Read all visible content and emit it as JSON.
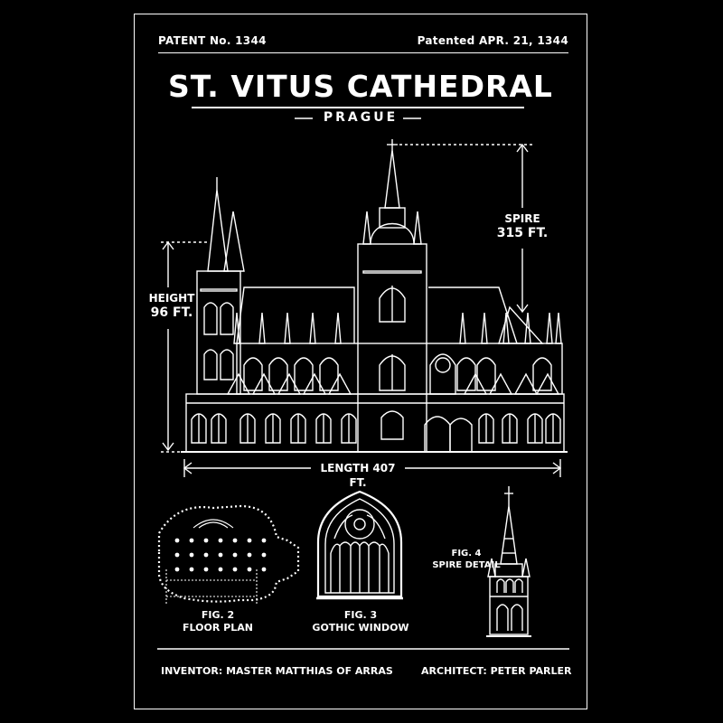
{
  "header": {
    "patent_number": "PATENT No. 1344",
    "patented_date": "Patented APR. 21, 1344"
  },
  "title": "ST. VITUS CATHEDRAL",
  "subtitle": "PRAGUE",
  "dimensions": {
    "spire_label": "SPIRE",
    "spire_value": "315 FT.",
    "height_label": "HEIGHT",
    "height_value": "96 FT.",
    "length_label": "LENGTH 407 FT."
  },
  "figures": {
    "fig2": {
      "number": "FIG. 2",
      "caption": "FLOOR PLAN"
    },
    "fig3": {
      "number": "FIG. 3",
      "caption": "GOTHIC WINDOW"
    },
    "fig4": {
      "number": "FIG. 4",
      "caption": "SPIRE DETAIL"
    }
  },
  "footer": {
    "inventor": "INVENTOR: MASTER MATTHIAS OF ARRAS",
    "architect": "ARCHITECT: PETER PARLER"
  },
  "colors": {
    "background": "#000000",
    "ink": "#ffffff"
  }
}
